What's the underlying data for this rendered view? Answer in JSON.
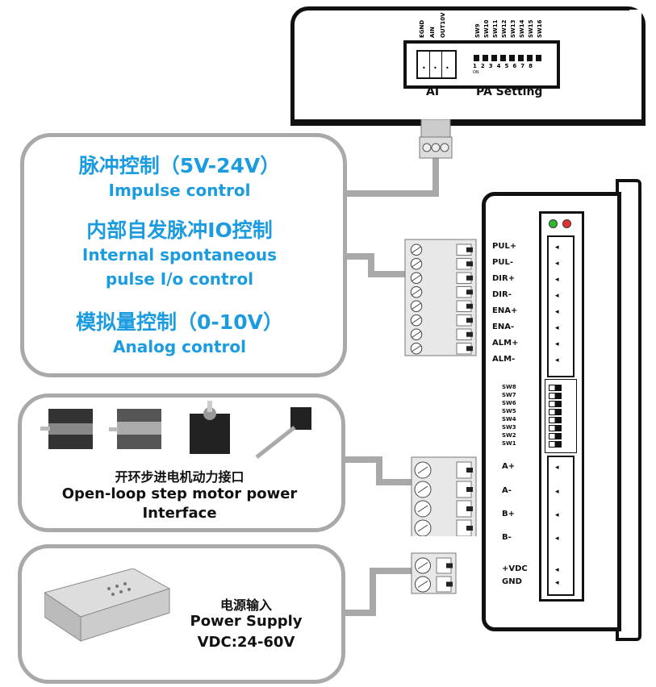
{
  "top_device": {
    "pin_labels": [
      "EGND",
      "AIN",
      "OUT10V"
    ],
    "switch_labels": [
      "SW9",
      "SW10",
      "SW11",
      "SW12",
      "SW13",
      "SW14",
      "SW15",
      "SW16"
    ],
    "dip_numbers": [
      "1",
      "2",
      "3",
      "4",
      "5",
      "6",
      "7",
      "8"
    ],
    "dip_on": "ON",
    "ai_label": "AI",
    "pa_label": "PA Setting"
  },
  "box_control": {
    "line1_cn": "脉冲控制（5V-24V）",
    "line1_en": "Impulse control",
    "line2_cn": "内部自发脉冲IO控制",
    "line2_en_a": "Internal spontaneous",
    "line2_en_b": "pulse I/o control",
    "line3_cn": "模拟量控制（0-10V）",
    "line3_en": "Analog control"
  },
  "box_motor": {
    "cn": "开环步进电机动力接口",
    "en_a": "Open-loop step motor power",
    "en_b": "Interface"
  },
  "box_power": {
    "cn": "电源输入",
    "en_a": "Power Supply",
    "en_b": "VDC:24-60V"
  },
  "right_device": {
    "signal_pins": [
      "PUL+",
      "PUL-",
      "DIR+",
      "DIR-",
      "ENA+",
      "ENA-",
      "ALM+",
      "ALM-"
    ],
    "switches": [
      "SW8",
      "SW7",
      "SW6",
      "SW5",
      "SW4",
      "SW3",
      "SW2",
      "SW1"
    ],
    "power_pins": [
      "A+",
      "A-",
      "B+",
      "B-",
      "+VDC",
      "GND"
    ]
  },
  "colors": {
    "accent": "#1b9be0",
    "wire": "#a9a9a9"
  }
}
